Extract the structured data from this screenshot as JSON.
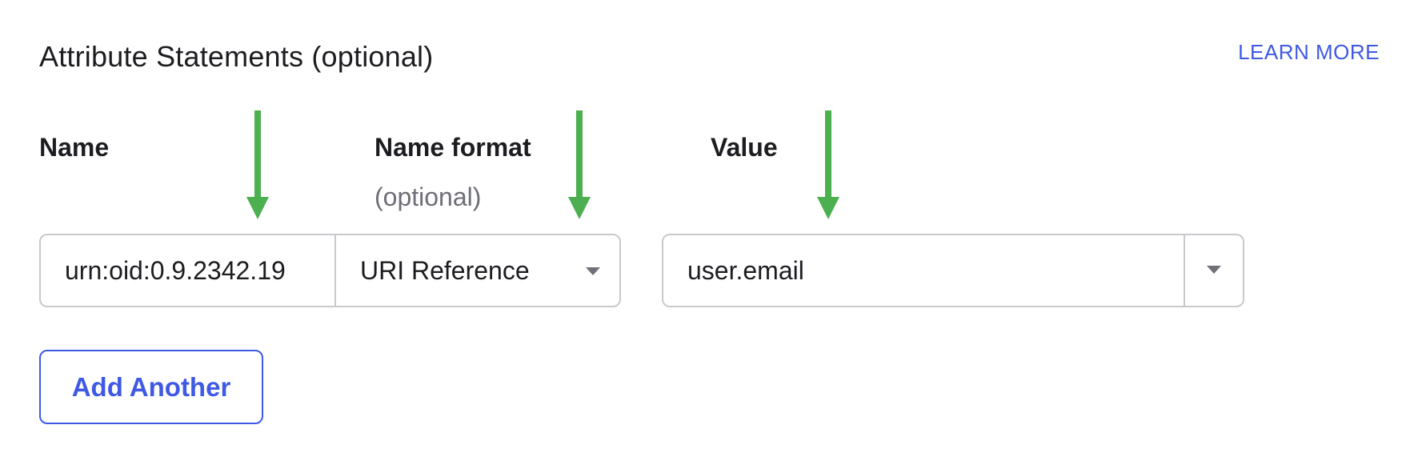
{
  "section": {
    "title": "Attribute Statements (optional)",
    "learn_more": "LEARN MORE"
  },
  "columns": {
    "name_label": "Name",
    "format_label": "Name format",
    "format_sublabel": "(optional)",
    "value_label": "Value"
  },
  "row": {
    "name_value": "urn:oid:0.9.2342.19",
    "format_value": "URI Reference",
    "value_value": "user.email"
  },
  "actions": {
    "add_another": "Add Another"
  },
  "colors": {
    "accent": "#3f59e4",
    "annotation_arrow": "#4caf50",
    "border": "#c9c9ce"
  },
  "icons": [
    "chevron-down-icon",
    "annotation-arrow-down-icon"
  ]
}
